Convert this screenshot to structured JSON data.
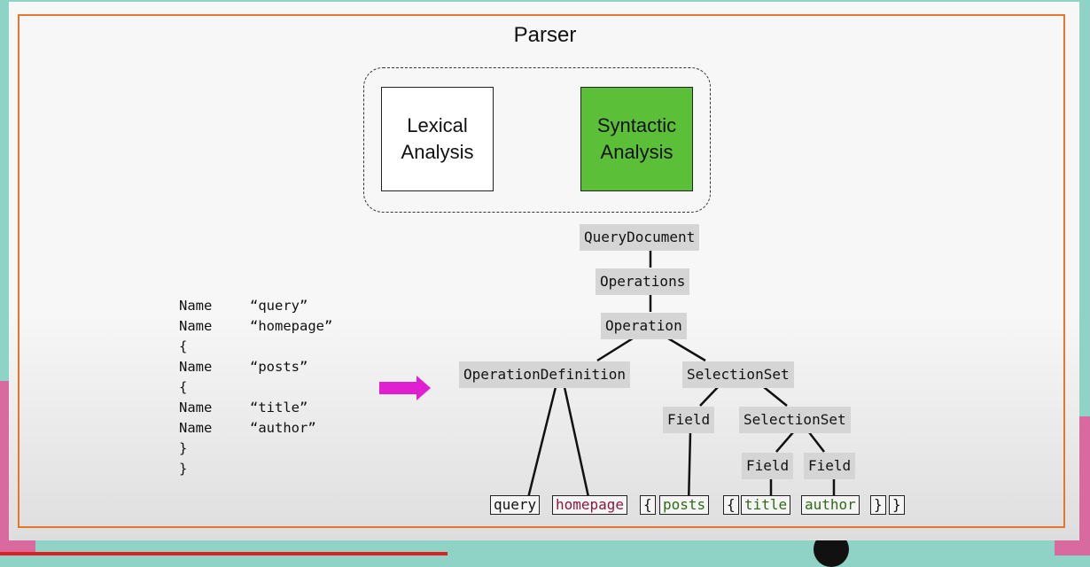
{
  "title": "Parser",
  "stages": {
    "lexical": "Lexical Analysis",
    "syntactic": "Syntactic Analysis"
  },
  "colors": {
    "frame": "#e5762d",
    "syntactic_fill": "#5bbf38",
    "arrow": "#e020d0",
    "node_fill": "#d5d5d5",
    "leaf_maroon": "#8b1a3a",
    "leaf_green": "#2e6b14"
  },
  "tokens": [
    {
      "type": "Name",
      "value": "“query”"
    },
    {
      "type": "Name",
      "value": "“homepage”"
    },
    {
      "type": "{",
      "value": ""
    },
    {
      "type": "Name",
      "value": "“posts”"
    },
    {
      "type": "{",
      "value": ""
    },
    {
      "type": "Name",
      "value": "“title”"
    },
    {
      "type": "Name",
      "value": "“author”"
    },
    {
      "type": "}",
      "value": ""
    },
    {
      "type": "}",
      "value": ""
    }
  ],
  "tree": {
    "query_document": "QueryDocument",
    "operations": "Operations",
    "operation": "Operation",
    "operation_definition": "OperationDefinition",
    "selection_set": "SelectionSet",
    "field": "Field",
    "selection_set_inner": "SelectionSet",
    "field_title": "Field",
    "field_author": "Field"
  },
  "leaves": {
    "query": "query",
    "homepage": "homepage",
    "brace_open_1": "{",
    "posts": "posts",
    "brace_open_2": "{",
    "title": "title",
    "author": "author",
    "brace_close_1": "}",
    "brace_close_2": "}"
  }
}
